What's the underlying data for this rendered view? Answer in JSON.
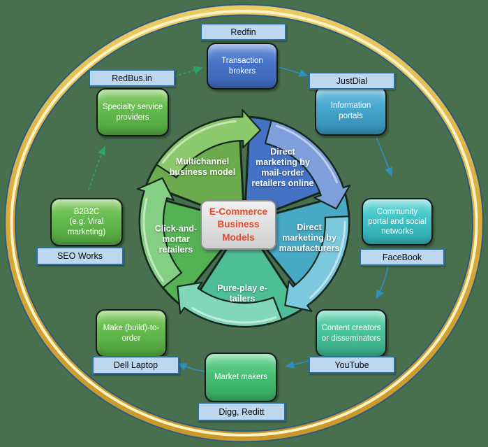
{
  "diagram_title": "E-Commerce Business Models",
  "colors": {
    "canvas_background": "#48704F",
    "ring_gold": "#D8A93C",
    "ring_highlight": "#FDF3C0",
    "example_label_fill": "#BDD7EE",
    "example_label_border": "#2E6DA4",
    "center_box_fill": "#D8D8D8",
    "center_text": "#E2492A",
    "connector_teal": "#2E8FBF",
    "connector_green": "#2FA36B"
  },
  "center": {
    "label": "E-Commerce\nBusiness\nModels"
  },
  "segments": [
    {
      "name": "multichannel-business-model",
      "label": "Multichannel\nbusiness model",
      "color": "#6BAB4E",
      "light": "#8CC96D"
    },
    {
      "name": "direct-marketing-mail-order",
      "label": "Direct\nmarketing by\nmail-order\nretailers online",
      "color": "#4472C4",
      "light": "#7E9FDB"
    },
    {
      "name": "direct-marketing-manufacturers",
      "label": "Direct\nmarketing by\nmanufacturers",
      "color": "#47A9C4",
      "light": "#7CC8DC"
    },
    {
      "name": "pure-play-etailers",
      "label": "Pure-play e-\ntailers",
      "color": "#4DBE96",
      "light": "#82D7BA"
    },
    {
      "name": "click-and-mortar-retailers",
      "label": "Click-and-\nmortar\nretailers",
      "color": "#54B254",
      "light": "#85CF85"
    }
  ],
  "categories": [
    {
      "name": "transaction-brokers",
      "label": "Transaction\nbrokers"
    },
    {
      "name": "specialty-service-providers",
      "label": "Specialty service\nproviders"
    },
    {
      "name": "information-portals",
      "label": "Information\nportals"
    },
    {
      "name": "b2b2c-viral-marketing",
      "label": "B2B2C\n(e.g. Viral\nmarketing)"
    },
    {
      "name": "community-portal-social-networks",
      "label": "Community\nportal and social\nnetworks"
    },
    {
      "name": "make-build-to-order",
      "label": "Make (build)-to-\norder"
    },
    {
      "name": "content-creators-disseminators",
      "label": "Content creators\nor disseminators"
    },
    {
      "name": "market-makers",
      "label": "Market makers"
    }
  ],
  "examples": [
    {
      "name": "redfin",
      "label": "Redfin"
    },
    {
      "name": "redbus",
      "label": "RedBus.in"
    },
    {
      "name": "justdial",
      "label": "JustDial"
    },
    {
      "name": "seo-works",
      "label": "SEO Works"
    },
    {
      "name": "facebook",
      "label": "FaceBook"
    },
    {
      "name": "dell-laptop",
      "label": "Dell Laptop"
    },
    {
      "name": "youtube",
      "label": "YouTube"
    },
    {
      "name": "digg-reditt",
      "label": "Digg, Reditt"
    }
  ]
}
